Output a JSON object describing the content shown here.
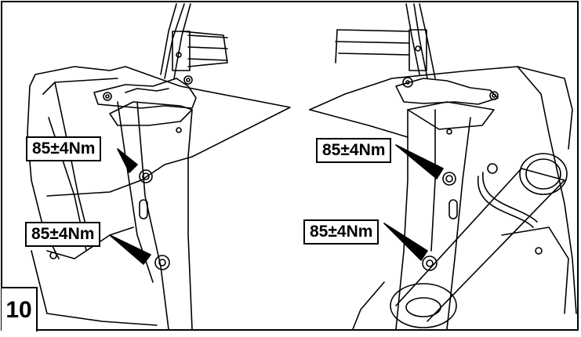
{
  "figure": {
    "step_number": "10",
    "labels": [
      {
        "id": "left-upper",
        "text": "85±4Nm"
      },
      {
        "id": "left-lower",
        "text": "85±4Nm"
      },
      {
        "id": "right-upper",
        "text": "85±4Nm"
      },
      {
        "id": "right-lower",
        "text": "85±4Nm"
      }
    ]
  }
}
